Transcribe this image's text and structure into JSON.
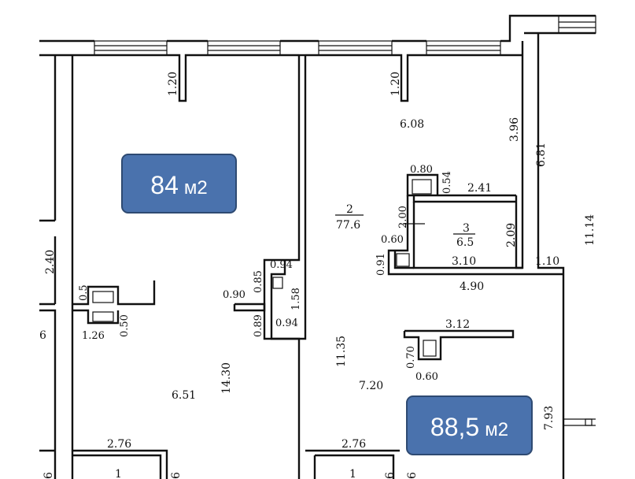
{
  "areas": [
    {
      "value": "84",
      "unit": "м2"
    },
    {
      "value": "88,5",
      "unit": "м2"
    }
  ],
  "dimensions": {
    "d_1_20_left": "1.20",
    "d_1_20_right": "1.20",
    "d_6_08": "6.08",
    "d_3_96": "3.96",
    "d_6_81": "6.81",
    "d_0_80": "0.80",
    "d_0_54": "0.54",
    "d_2_41": "2.41",
    "d_11_14": "11.14",
    "d_2_00": "2.00",
    "d_2_09": "2.09",
    "d_0_60_a": "0.60",
    "d_0_91": "0.91",
    "d_3_10": "3.10",
    "d_1_10": "1.10",
    "d_4_90": "4.90",
    "d_2_40": "2.40",
    "d_0_5": "0.5",
    "d_1_26": "1.26",
    "d_0_50": "0.50",
    "d_6_left": "6",
    "d_0_94_a": "0.94",
    "d_0_85": "0.85",
    "d_0_90": "0.90",
    "d_1_58": "1.58",
    "d_0_89": "0.89",
    "d_0_94_b": "0.94",
    "d_11_35": "11.35",
    "d_3_12": "3.12",
    "d_0_70": "0.70",
    "d_0_60_b": "0.60",
    "d_14_30": "14.30",
    "d_6_51": "6.51",
    "d_7_20": "7.20",
    "d_7_93": "7.93",
    "d_2_76_left": "2.76",
    "d_2_76_right": "2.76",
    "d_bottom_6_a": "6",
    "d_bottom_6_b": "6",
    "d_bottom_6_c": "6",
    "d_bottom_6_d": "6"
  },
  "rooms": {
    "room_2_id": "2",
    "room_2_area": "77.6",
    "room_3_id": "3",
    "room_3_area": "6.5",
    "room_1_left": "1",
    "room_1_right": "1"
  }
}
